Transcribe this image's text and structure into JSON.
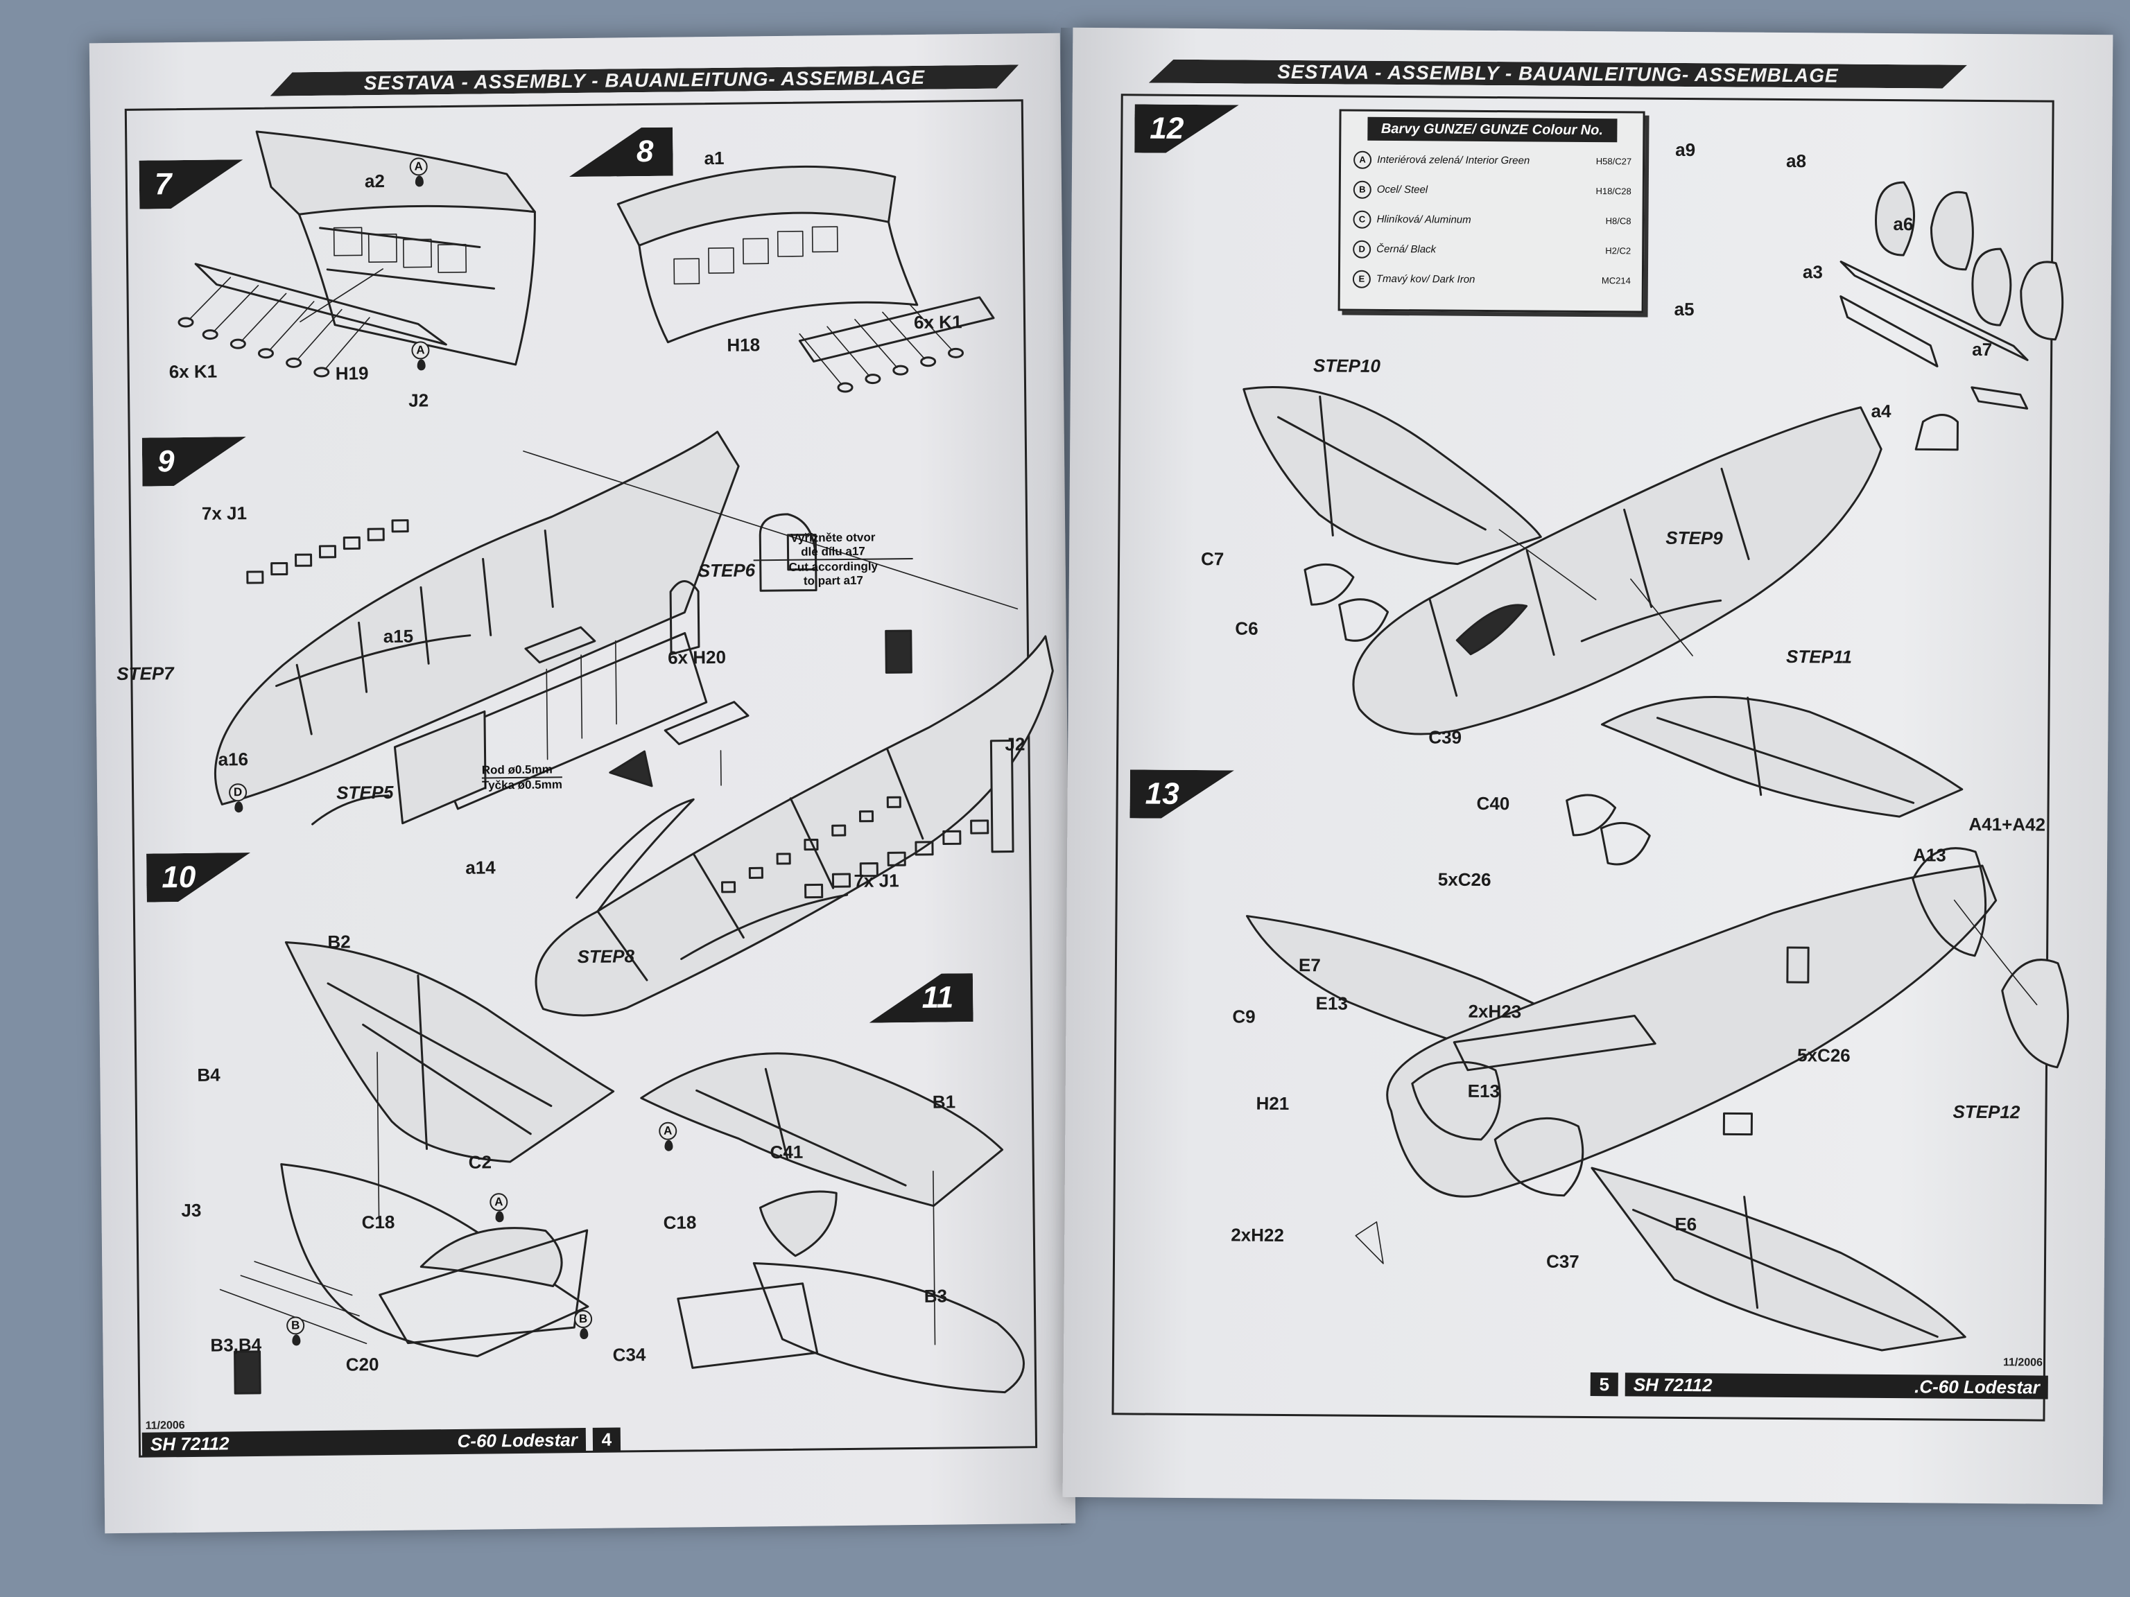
{
  "header_title": "SESTAVA - ASSEMBLY - BAUANLEITUNG- ASSEMBLAGE",
  "left_page": {
    "steps": [
      "7",
      "8",
      "9",
      "10",
      "11"
    ],
    "part_labels": {
      "a2": "a2",
      "a1": "a1",
      "k1_left": "6x K1",
      "h19": "H19",
      "k1_right": "6x K1",
      "h18": "H18",
      "j2_top": "J2",
      "j1_top": "7x J1",
      "step6": "STEP6",
      "step7": "STEP7",
      "a15": "a15",
      "h20": "6x H20",
      "a16": "a16",
      "step5": "STEP5",
      "a14": "a14",
      "step8": "STEP8",
      "j1_bottom": "7x J1",
      "j2_right": "J2",
      "b2": "B2",
      "b4": "B4",
      "c2": "C2",
      "j3": "J3",
      "c18_left": "C18",
      "b3b4": "B3,B4",
      "c20": "C20",
      "b1": "B1",
      "c41": "C41",
      "c18_right": "C18",
      "b3": "B3",
      "c34": "C34"
    },
    "cut_note": [
      "Vyřízněte otvor",
      "dle dílu a17",
      "Cut accordingly",
      "to part a17"
    ],
    "rod_note": [
      "Rod ø0.5mm",
      "Tyčka ø0.5mm"
    ],
    "paint_markers": [
      "A",
      "A",
      "D",
      "A",
      "A",
      "B",
      "B"
    ],
    "footer": {
      "date": "11/2006",
      "code": "SH 72112",
      "model": "C-60 Lodestar",
      "page_number": "4"
    }
  },
  "right_page": {
    "steps": [
      "12",
      "13"
    ],
    "colour_table": {
      "title": "Barvy GUNZE/ GUNZE Colour No.",
      "rows": [
        {
          "letter": "A",
          "name": "Interiérová zelená/ Interior Green",
          "code": "H58/C27"
        },
        {
          "letter": "B",
          "name": "Ocel/ Steel",
          "code": "H18/C28"
        },
        {
          "letter": "C",
          "name": "Hliníková/ Aluminum",
          "code": "H8/C8"
        },
        {
          "letter": "D",
          "name": "Černá/ Black",
          "code": "H2/C2"
        },
        {
          "letter": "E",
          "name": "Tmavý kov/ Dark Iron",
          "code": "MC214"
        }
      ]
    },
    "part_labels": {
      "a9": "a9",
      "a8": "a8",
      "a6": "a6",
      "a3": "a3",
      "a5": "a5",
      "a7": "a7",
      "a4": "a4",
      "step10": "STEP10",
      "c7": "C7",
      "c6": "C6",
      "step9": "STEP9",
      "step11": "STEP11",
      "c39": "C39",
      "c40": "C40",
      "a41a42": "A41+A42",
      "a13": "A13",
      "c26_top": "5xC26",
      "e7": "E7",
      "e13_left": "E13",
      "c9": "C9",
      "h23": "2xH23",
      "h21": "H21",
      "e13_center": "E13",
      "c26_right": "5xC26",
      "step12": "STEP12",
      "h22": "2xH22",
      "e6": "E6",
      "c37": "C37"
    },
    "footer": {
      "date": "11/2006",
      "page_number": "5",
      "code": "SH 72112",
      "model": ".C-60 Lodestar"
    }
  }
}
